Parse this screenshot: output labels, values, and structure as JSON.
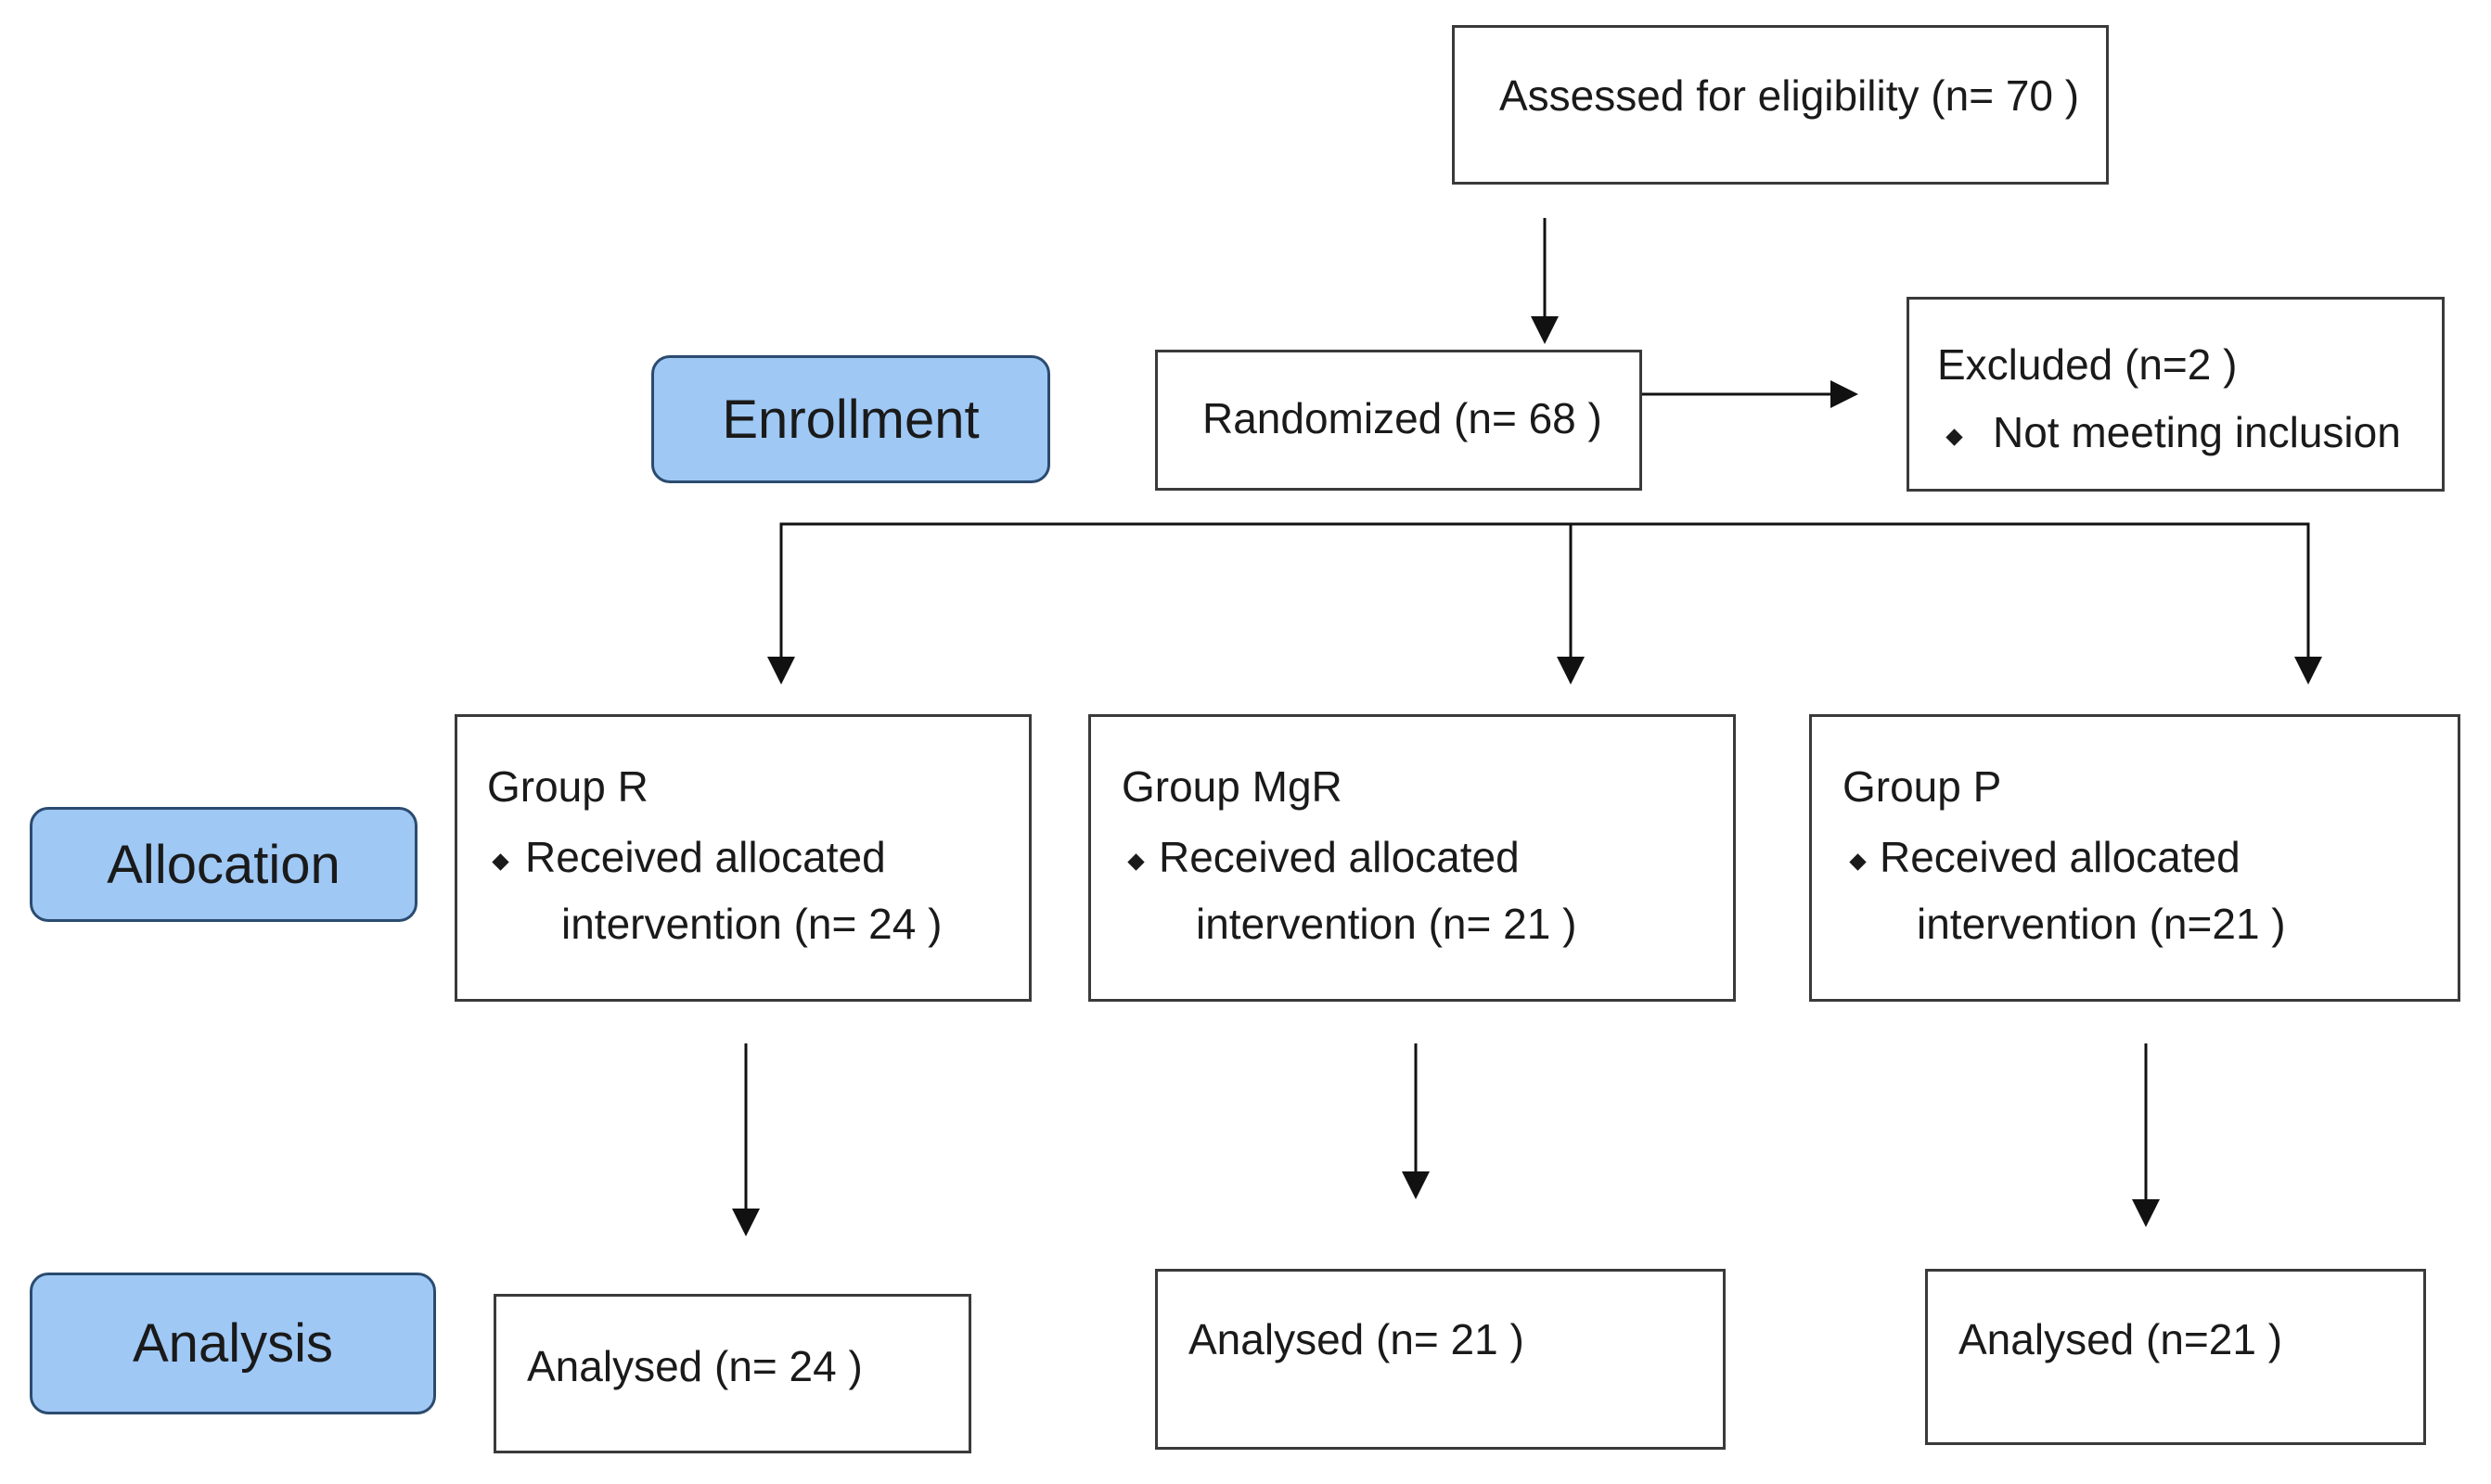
{
  "colors": {
    "stage_fill": "#9fc8f5",
    "stage_border": "#2b4b6f",
    "box_border": "#3a3a3a",
    "arrow": "#111111"
  },
  "stages": {
    "enrollment": "Enrollment",
    "allocation": "Allocation",
    "analysis": "Analysis"
  },
  "assessed": {
    "label": "Assessed for eligibility (n= 70 )"
  },
  "randomized": {
    "label": "Randomized (n= 68 )"
  },
  "excluded": {
    "title": "Excluded  (n=2  )",
    "reason": "Not meeting inclusion"
  },
  "groups": [
    {
      "name": "Group R",
      "line1": "Received allocated",
      "line2": "intervention (n= 24 )",
      "analysed": "Analysed  (n= 24 )"
    },
    {
      "name": "Group MgR",
      "line1": "Received allocated",
      "line2": "intervention (n= 21 )",
      "analysed": "Analysed  (n= 21 )"
    },
    {
      "name": "Group P",
      "line1": "Received allocated",
      "line2": "intervention (n=21  )",
      "analysed": "Analysed  (n=21  )"
    }
  ]
}
